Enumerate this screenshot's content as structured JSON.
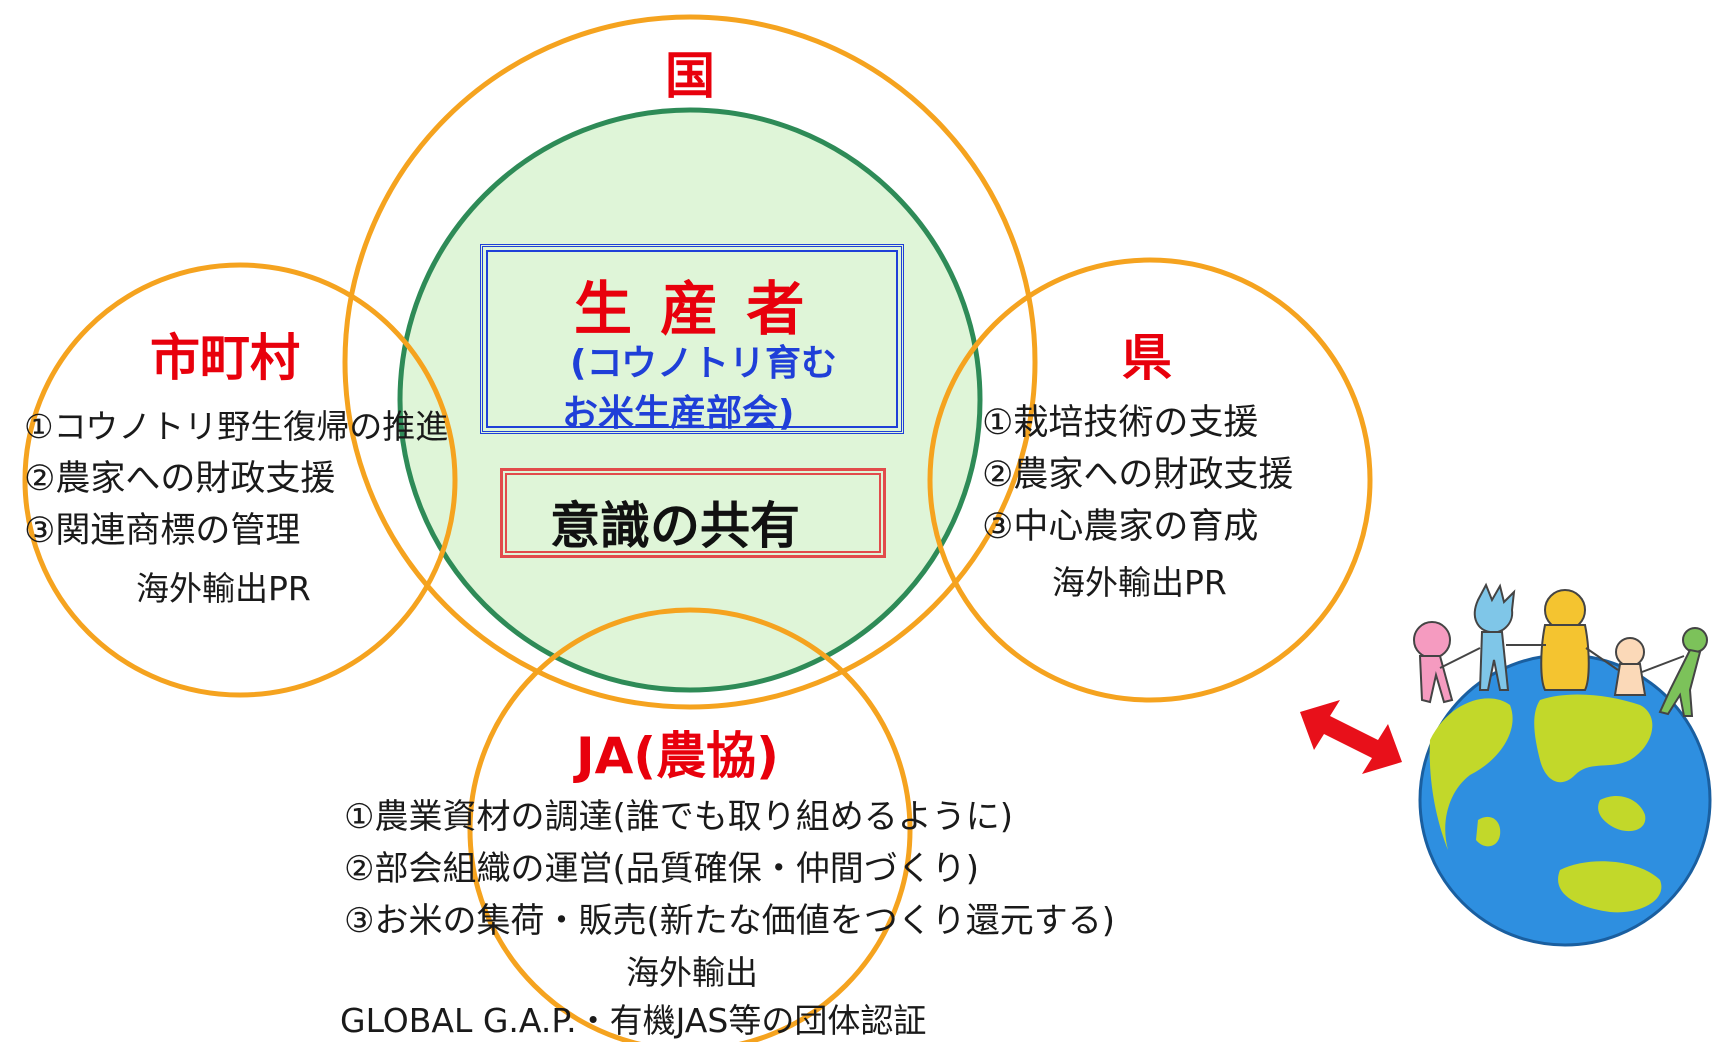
{
  "national": {
    "title": "国"
  },
  "producer": {
    "title": "生 産 者",
    "sub_line1": "(コウノトリ育む",
    "sub_line2": "お米生産部会)",
    "shared": "意識の共有"
  },
  "municipal": {
    "title": "市町村",
    "items": [
      "①コウノトリ野生復帰の推進",
      "②農家への財政支援",
      "③関連商標の管理"
    ],
    "extra": "海外輸出PR"
  },
  "prefecture": {
    "title": "県",
    "items": [
      "①栽培技術の支援",
      "②農家への財政支援",
      "③中心農家の育成"
    ],
    "extra": "海外輸出PR"
  },
  "ja": {
    "title": "JA(農協)",
    "items": [
      "①農業資材の調達(誰でも取り組めるように)",
      "②部会組織の運営(品質確保・仲間づくり)",
      "③お米の集荷・販売(新たな価値をつくり還元する)"
    ],
    "extra1": "海外輸出",
    "extra2": "GLOBAL G.A.P.・有機JAS等の団体認証"
  },
  "colors": {
    "orange": "#f5a31f",
    "green": "#2e8b57",
    "green_fill": "#dff5d8",
    "red": "#e8000c",
    "blue": "#1f3fd8",
    "ocean": "#2e8fe0",
    "land": "#c2d82a"
  },
  "icons": [
    "double-arrow-icon",
    "globe-icon",
    "people-on-globe-icon"
  ]
}
